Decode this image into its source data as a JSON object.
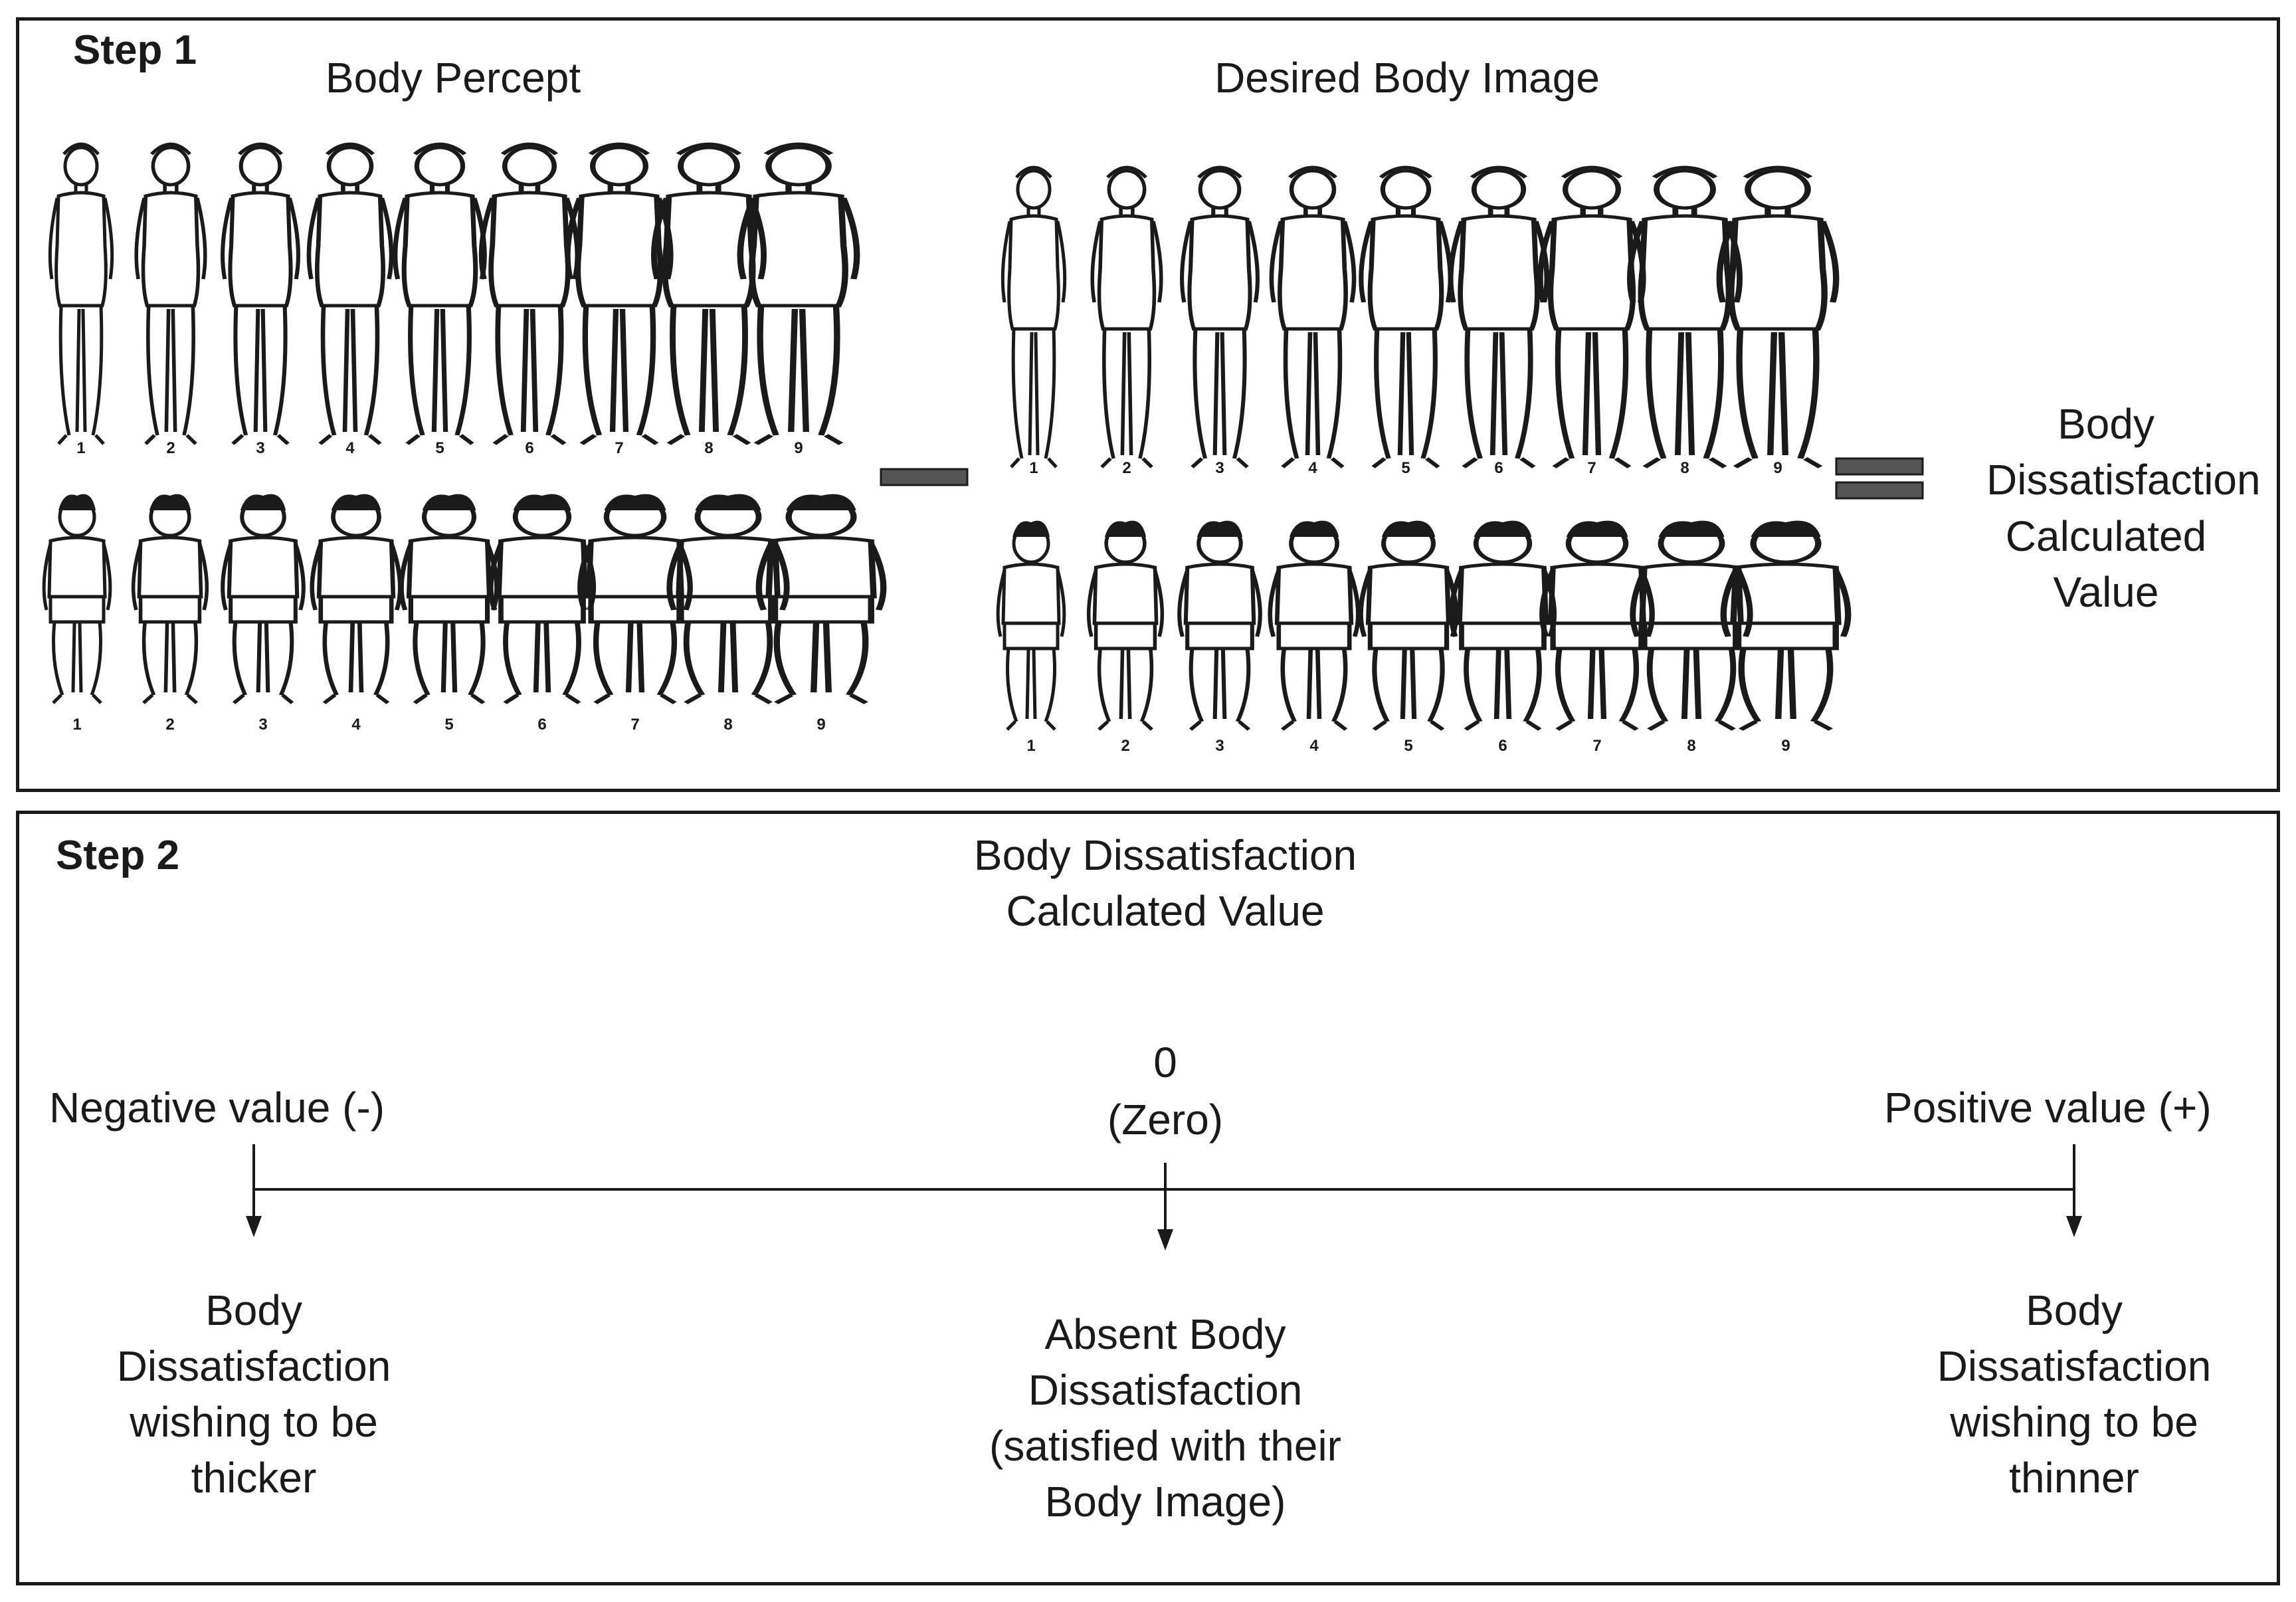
{
  "step1": {
    "label": "Step 1",
    "body_percept_title": "Body Percept",
    "desired_title": "Desired Body Image",
    "scale_numbers": [
      "1",
      "2",
      "3",
      "4",
      "5",
      "6",
      "7",
      "8",
      "9"
    ],
    "result_label": "Body Dissatisfaction Calculated Value"
  },
  "step2": {
    "label": "Step 2",
    "title_line1": "Body Dissatisfaction",
    "title_line2": "Calculated Value",
    "negative": {
      "label": "Negative value (-)",
      "outcome_lines": [
        "Body",
        "Dissatisfaction",
        "wishing to be",
        "thicker"
      ]
    },
    "zero": {
      "label_line1": "0",
      "label_line2": "(Zero)",
      "outcome_lines": [
        "Absent Body",
        "Dissatisfaction",
        "(satisfied with their",
        "Body Image)"
      ]
    },
    "positive": {
      "label": "Positive value (+)",
      "outcome_lines": [
        "Body",
        "Dissatisfaction",
        "wishing to be",
        "thinner"
      ]
    }
  },
  "colors": {
    "line": "#1a1a1a",
    "operator": "#555555"
  }
}
